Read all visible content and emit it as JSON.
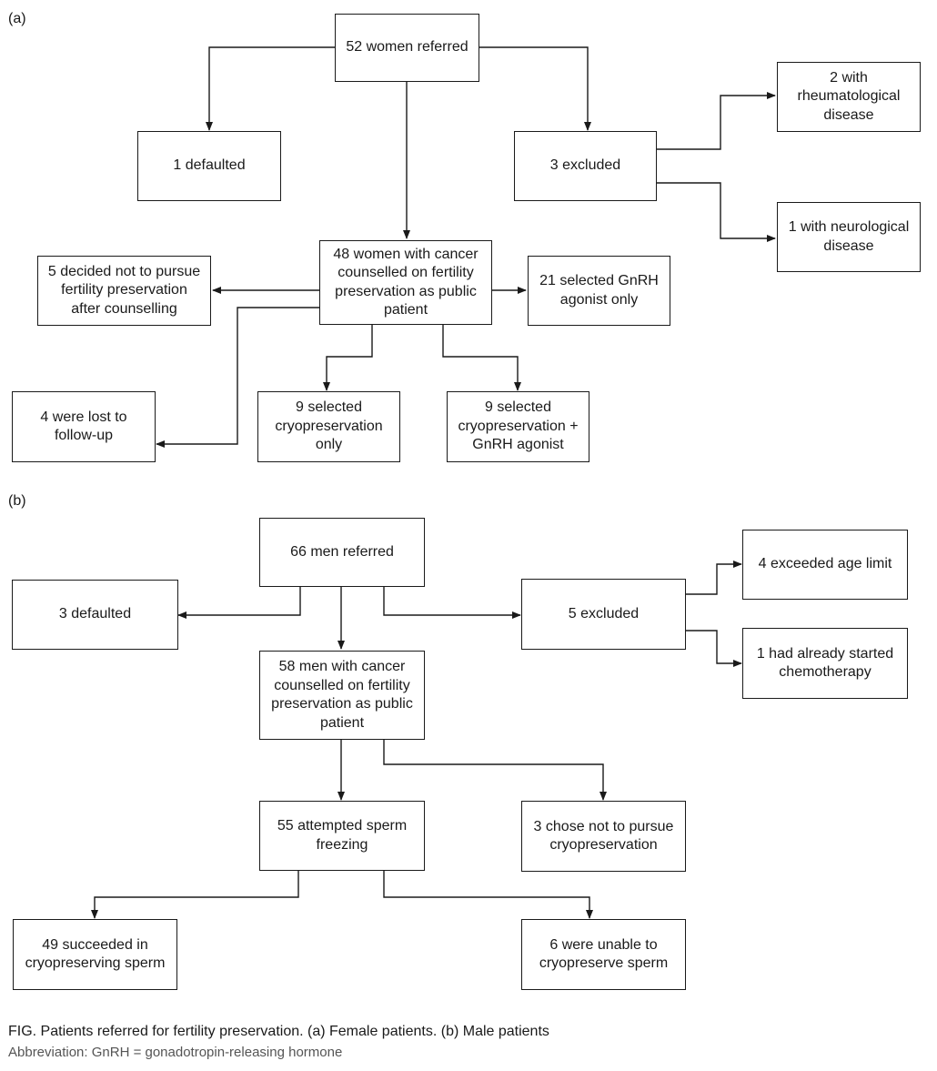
{
  "panel_a": {
    "label": "(a)",
    "referred": "52 women referred",
    "defaulted": "1 defaulted",
    "excluded": "3 excluded",
    "rheum": "2 with\nrheumatological\ndisease",
    "neuro": "1 with neurological\ndisease",
    "counselled": "48 women with cancer\ncounselled on fertility\npreservation as public\npatient",
    "not_pursue": "5 decided not to pursue\nfertility preservation\nafter counselling",
    "gnrh_only": "21 selected GnRH\nagonist only",
    "lost": "4 were lost to\nfollow-up",
    "cryo_only": "9 selected\ncryopreservation\nonly",
    "cryo_gnrh": "9 selected\ncryopreservation +\nGnRH agonist"
  },
  "panel_b": {
    "label": "(b)",
    "referred": "66 men referred",
    "defaulted": "3 defaulted",
    "excluded": "5 excluded",
    "age_limit": "4 exceeded age limit",
    "chemo": "1 had already started\nchemotherapy",
    "counselled": "58 men with cancer\ncounselled on fertility\npreservation as public\npatient",
    "attempted": "55 attempted sperm\nfreezing",
    "not_pursue": "3 chose not to pursue\ncryopreservation",
    "succeeded": "49 succeeded in\ncryopreserving sperm",
    "unable": "6 were unable to\ncryopreserve sperm"
  },
  "caption": "FIG.  Patients referred for fertility preservation. (a) Female patients. (b) Male patients",
  "abbreviation": "Abbreviation: GnRH = gonadotropin-releasing hormone"
}
